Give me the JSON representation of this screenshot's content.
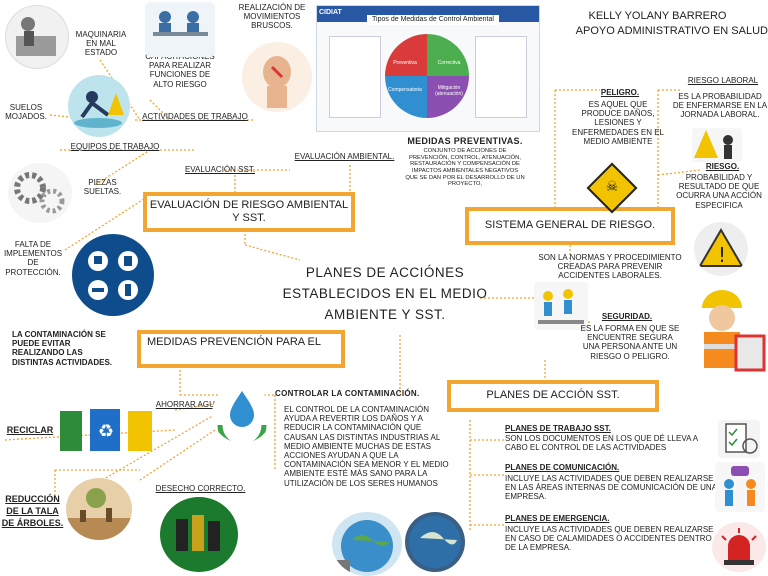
{
  "author": {
    "name": "KELLY YOLANY BARRERO",
    "role": "APOYO ADMINISTRATIVO EN SALUD"
  },
  "central": {
    "title": "PLANES DE ACCIÓNES ESTABLECIDOS EN EL MEDIO AMBIENTE Y SST."
  },
  "boxes": {
    "evaluacion": "EVALUACIÓN DE RIESGO AMBIENTAL Y SST.",
    "sistema": "SISTEMA GENERAL DE RIESGO.",
    "medidas": "MEDIDAS PREVENCIÓN PARA EL",
    "planes": "PLANES DE ACCIÓN SST."
  },
  "evaluation": {
    "evaluacion_sst": "EVALUACIÓN SST.",
    "evaluacion_ambiental": "EVALUACIÓN AMBIENTAL.",
    "actividades_trabajo": "ACTIVIDADES DE TRABAJO",
    "equipos_trabajo": "EQUIPOS DE TRABAJO",
    "maquinaria": "MAQUINARIA EN MAL ESTADO",
    "capacitaciones": "CAPACITACIONES PARA REALIZAR FUNCIONES DE ALTO RIESGO",
    "movimientos": "REALIZACIÓN DE MOVIMIENTOS BRUSCOS.",
    "suelos": "SUELOS MOJADOS.",
    "piezas": "PIEZAS SUELTAS.",
    "falta": "FALTA DE IMPLEMENTOS DE PROTECCIÓN."
  },
  "inset": {
    "brand": "CIDIAT",
    "title": "Tipos de Medidas de Control Ambiental",
    "quadrants": [
      "Preventiva",
      "Correctiva",
      "Compensatoria",
      "Mitigación (atenuación)"
    ]
  },
  "medidas_preventivas": {
    "title": "MEDIDAS PREVENTIVAS.",
    "text": "CONJUNTO DE ACCIONES DE PREVENCIÓN, CONTROL, ATENUACIÓN, RESTAURACIÓN Y COMPENSACIÓN DE IMPACTOS AMBIENTALES NEGATIVOS QUE SE DAN POR EL DESARROLLO DE UN PROYECTO,"
  },
  "riesgo_general": {
    "peligro_title": "PELIGRO.",
    "peligro_text": "ES AQUEL QUE PRODUCE DAÑOS, LESIONES Y ENFERMEDADES EN EL MEDIO AMBIENTE",
    "riesgo_laboral_title": "RIESGO LABORAL",
    "riesgo_laboral_text": "ES LA PROBABILIDAD DE ENFERMARSE EN LA JORNADA LABORAL.",
    "riesgo_title": "RIESGO.",
    "riesgo_text": "PROBABILIDAD Y RESULTADO DE QUE OCURRA UNA ACCIÓN ESPECIFICA",
    "normas": "SON LA NORMAS Y PROCEDIMIENTO CREADAS PARA PREVENIR ACCIDENTES LABORALES.",
    "seguridad_title": "SEGURIDAD.",
    "seguridad_text": "ES LA FORMA EN QUE SE ENCUENTRE SEGURA UNA PERSONA ANTE UN RIESGO O PELIGRO."
  },
  "prevencion": {
    "contaminacion": "LA CONTAMINACIÓN SE PUEDE EVITAR REALIZANDO LAS DISTINTAS ACTIVIDADES.",
    "ahorrar_agua": "AHORRAR AGUA",
    "reciclar": "RECICLAR",
    "reduccion": "REDUCCIÓN DE LA TALA DE ÁRBOLES.",
    "desecho": "DESECHO CORRECTO.",
    "controlar_title": "CONTROLAR LA CONTAMINACIÓN.",
    "controlar_text": "EL CONTROL DE LA CONTAMINACIÓN AYUDA A REVERTIR LOS DAÑOS Y A REDUCIR LA CONTAMINACIÓN QUE CAUSAN LAS DISTINTAS INDUSTRIAS AL MEDIO AMBIENTE MUCHAS DE ESTAS ACCIONES AYUDAN A QUE LA CONTAMINACIÓN SEA MENOR Y EL MEDIO AMBIENTE ESTÉ MÁS SANO PARA LA UTILIZACIÓN DE LOS SERES HUMANOS"
  },
  "planes_accion": {
    "trabajo_title": "PLANES DE TRABAJO SST.",
    "trabajo_text": "SON LOS DOCUMENTOS EN LOS QUE DÉ LLEVA A CABO EL CONTROL DE LAS ACTIVIDADES",
    "comunicacion_title": "PLANES DE COMUNICACIÓN.",
    "comunicacion_text": "INCLUYE LAS ACTIVIDADES QUE DEBEN REALIZARSE EN LAS ÁREAS INTERNAS DE COMUNICACIÓN DE UNA EMPRESA.",
    "emergencia_title": "PLANES DE EMERGENCIA.",
    "emergencia_text": "INCLUYE LAS ACTIVIDADES QUE DEBEN REALIZARSE EN CASO DE CALAMIDADES O ACCIDENTES DENTRO DE LA EMPRESA."
  },
  "colors": {
    "accent": "#f2a531",
    "connector": "#f2a531",
    "text": "#222222",
    "safety_blue": "#0e4c8c",
    "recycle_green": "#2e8b3a"
  }
}
